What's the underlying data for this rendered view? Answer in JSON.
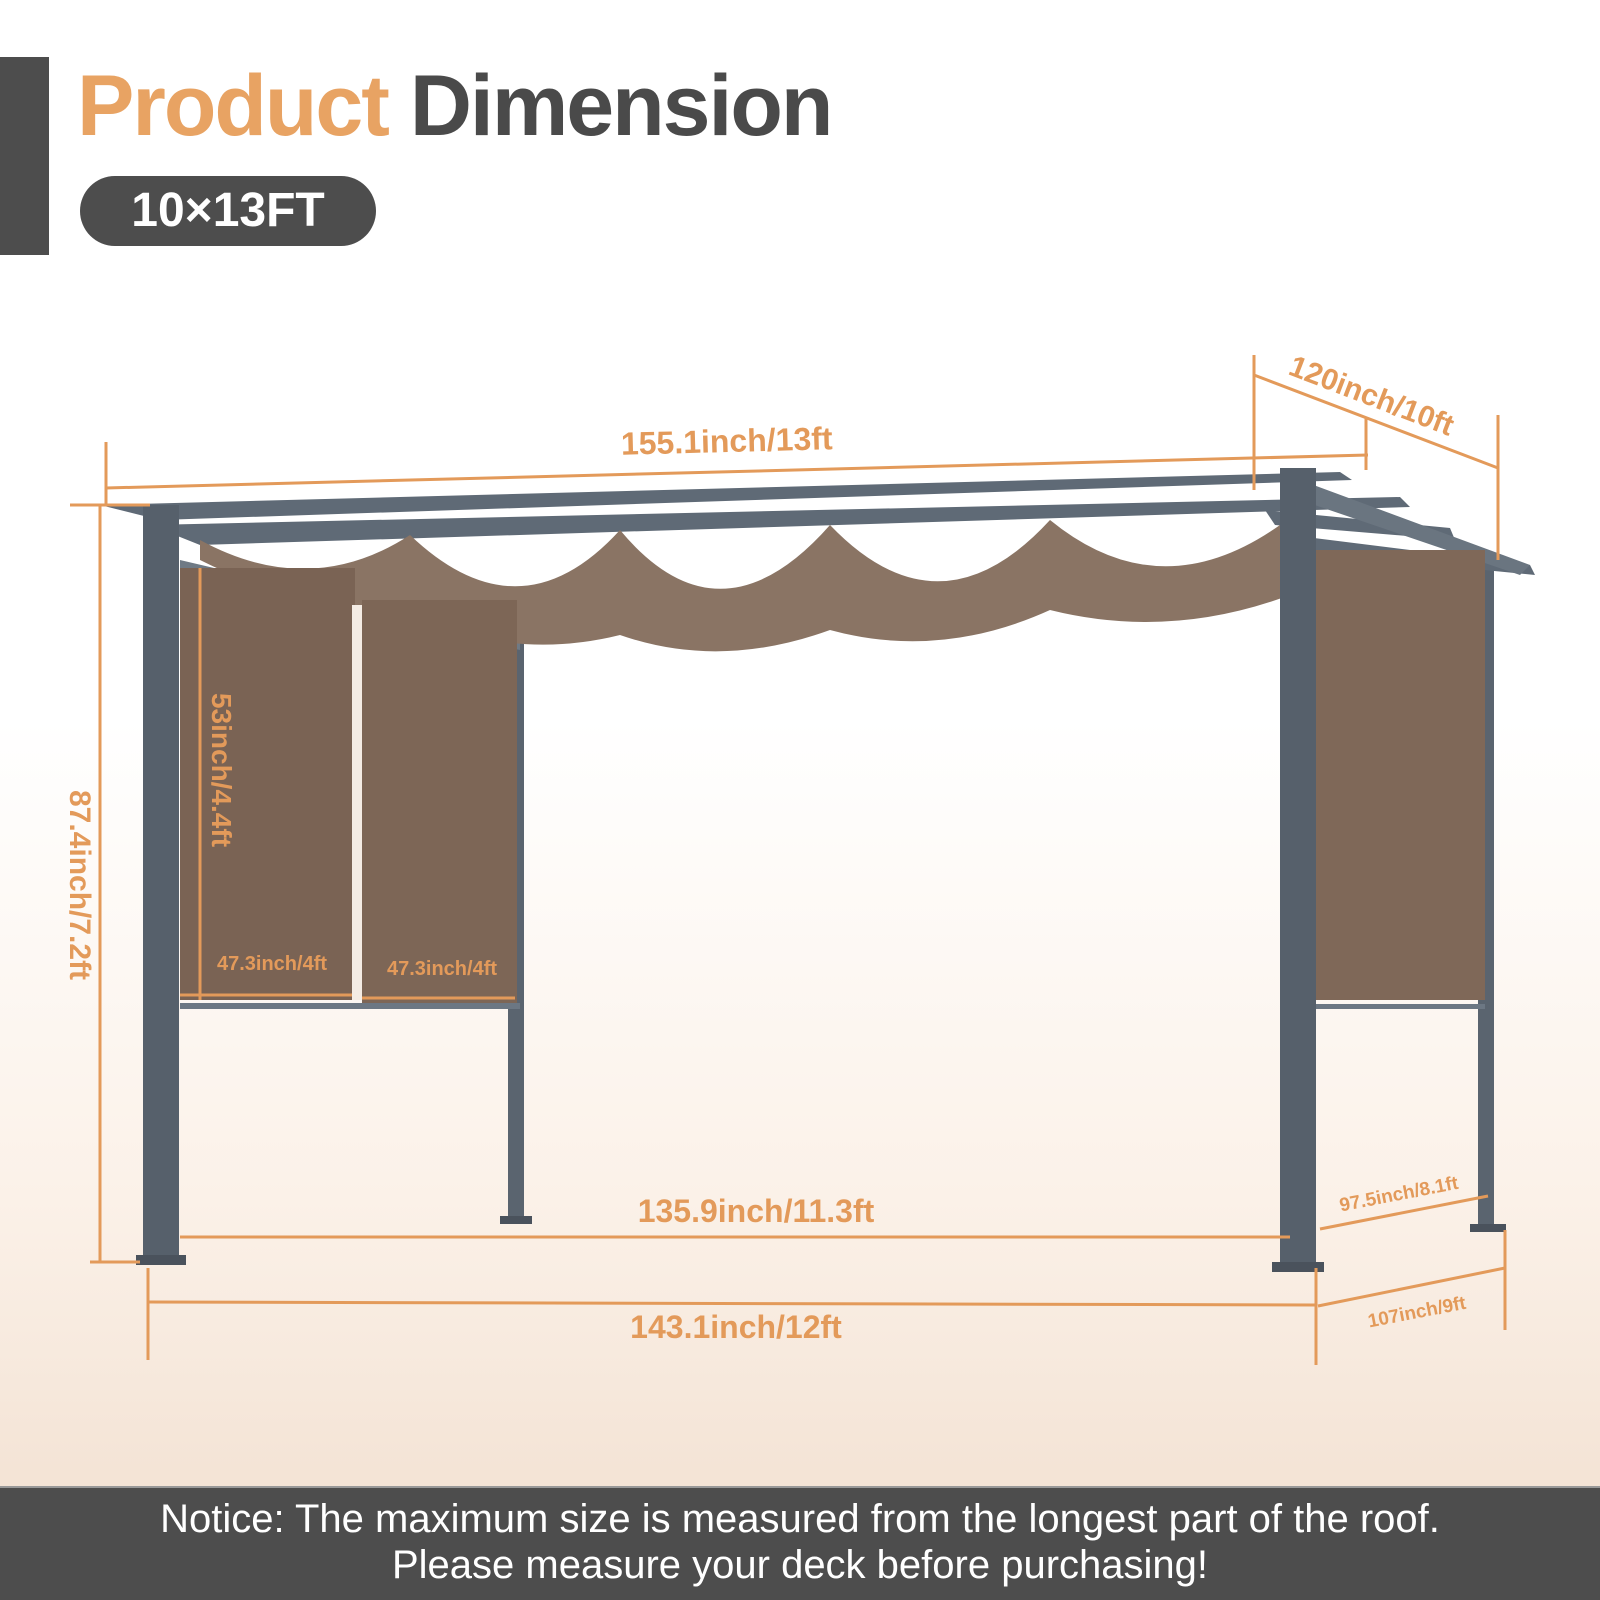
{
  "header": {
    "title_part1": "Product",
    "title_part2": "Dimension",
    "size_badge": "10×13FT"
  },
  "dimensions": {
    "roof_length": "155.1inch/13ft",
    "roof_depth": "120inch/10ft",
    "height": "87.4inch/7.2ft",
    "curtain_height": "53inch/4.4ft",
    "curtain_width_left": "47.3inch/4ft",
    "curtain_width_right": "47.3inch/4ft",
    "post_inner_length": "135.9inch/11.3ft",
    "post_outer_length": "143.1inch/12ft",
    "post_inner_depth": "97.5inch/8.1ft",
    "post_outer_depth": "107inch/9ft"
  },
  "notice": {
    "line1": "Notice: The maximum size is measured from the longest part of the roof.",
    "line2": "Please measure your deck before purchasing!"
  },
  "colors": {
    "accent_orange": "#e8a363",
    "dark_gray": "#4d4d4d",
    "frame": "#58626d",
    "canopy": "#8a7464"
  }
}
